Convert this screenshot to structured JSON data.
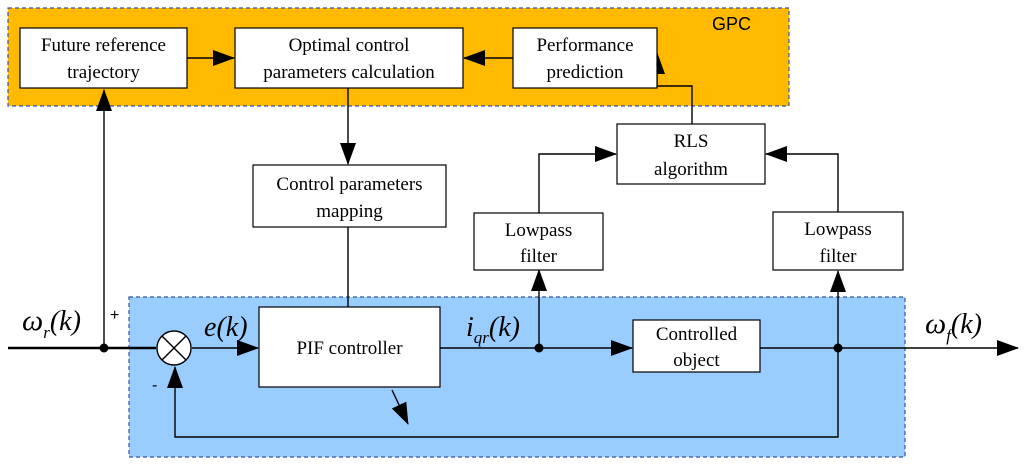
{
  "colors": {
    "gpc_region": "#FFBA00",
    "plant_region": "#99CCFF",
    "region_border": "#3355AA",
    "line": "#000000",
    "box_fill": "#FFFFFF"
  },
  "gpc_label": "GPC",
  "boxes": {
    "future_reference": [
      "Future reference",
      "trajectory"
    ],
    "optimal_control": [
      "Optimal control",
      "parameters calculation"
    ],
    "performance_prediction": [
      "Performance",
      "prediction"
    ],
    "rls": [
      "RLS",
      "algorithm"
    ],
    "control_mapping": [
      "Control parameters",
      "mapping"
    ],
    "lowpass_left": [
      "Lowpass",
      "filter"
    ],
    "lowpass_right": [
      "Lowpass",
      "filter"
    ],
    "pif": [
      "PIF controller"
    ],
    "controlled_object": [
      "Controlled",
      "object"
    ]
  },
  "signals": {
    "omega_r": {
      "base": "ω",
      "sub": "r",
      "arg": "(k)"
    },
    "e": {
      "base": "e",
      "sub": "",
      "arg": "(k)"
    },
    "i_qr": {
      "base": "i",
      "sub": "qr",
      "arg": "(k)"
    },
    "omega_f": {
      "base": "ω",
      "sub": "f",
      "arg": "(k)"
    }
  },
  "signs": {
    "plus": "+",
    "minus": "-"
  }
}
